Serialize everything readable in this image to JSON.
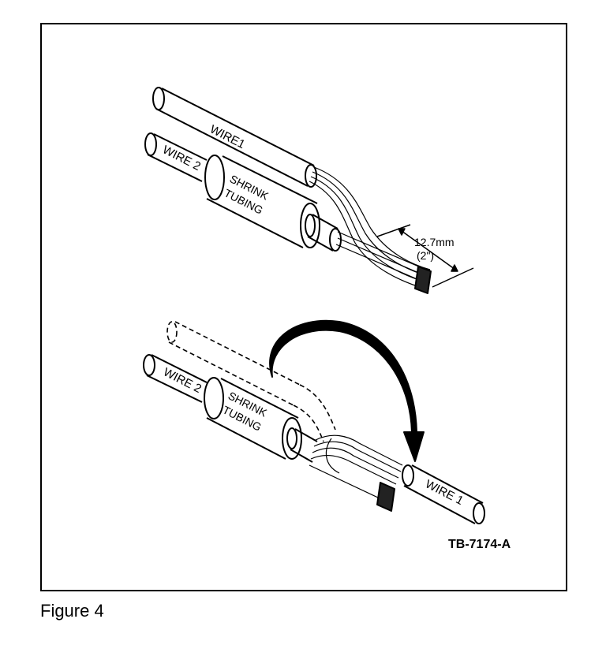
{
  "labels": {
    "wire1_top": "WIRE1",
    "wire2_top": "WIRE 2",
    "shrink": "SHRINK",
    "tubing": "TUBING",
    "dim_mm": "12.7mm",
    "dim_in": "(2\")",
    "wire2_bottom": "WIRE 2",
    "shrink_bottom": "SHRINK",
    "tubing_bottom": "TUBING",
    "wire1_bottom": "WIRE 1"
  },
  "reference_code": "TB-7174-A",
  "caption": "Figure 4"
}
